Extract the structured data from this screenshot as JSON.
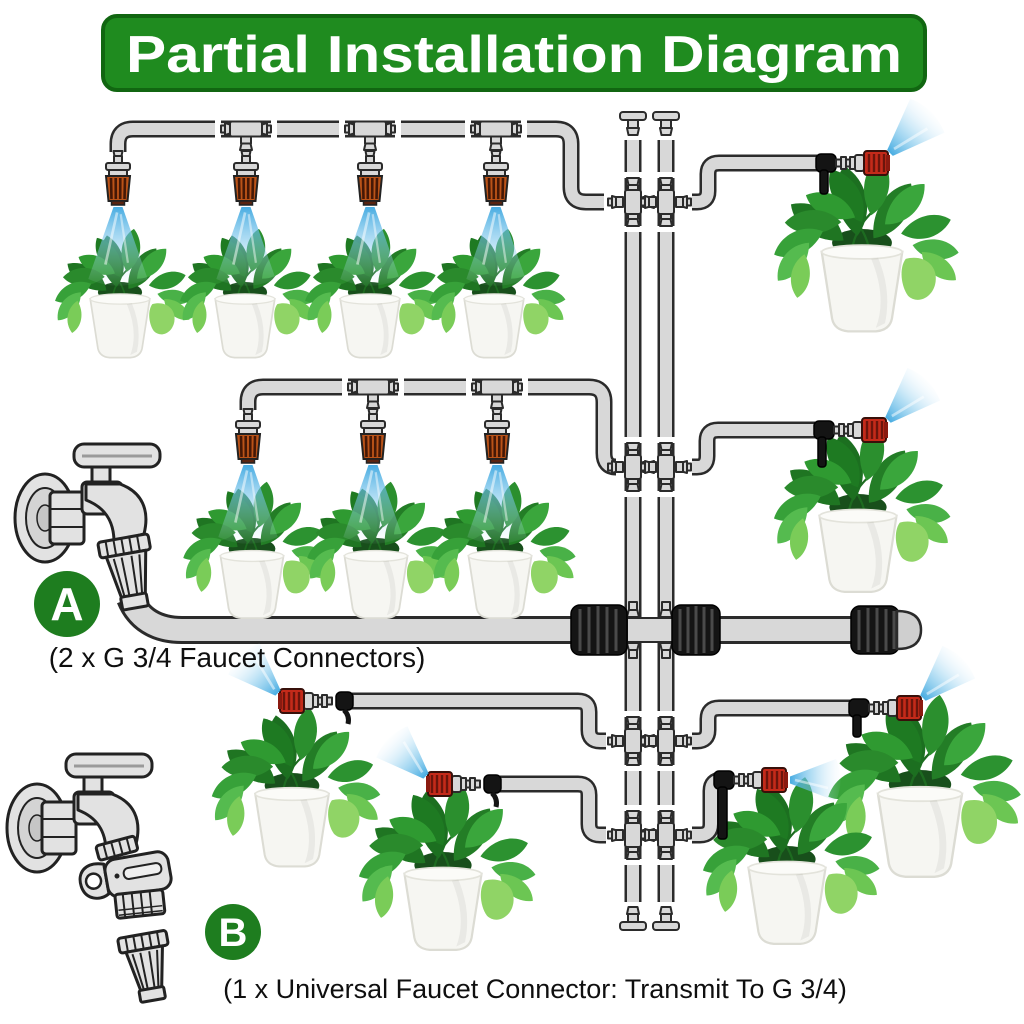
{
  "banner": {
    "title": "Partial Installation Diagram"
  },
  "callouts": {
    "a": {
      "letter": "A",
      "caption": "(2 x G 3/4 Faucet Connectors)"
    },
    "b": {
      "letter": "B",
      "caption": "(1 x Universal Faucet Connector: Transmit To G 3/4)"
    }
  },
  "colors": {
    "banner_green": "#1f8b1f",
    "banner_border": "#116611",
    "callout_green": "#1e7d1f",
    "pipe_gray": "#d8d8d8",
    "pipe_outline": "#2b2b2b",
    "nozzle_orange": "#bb5318",
    "dripper_red": "#c42a1a",
    "mist_blue": "#3fa8e0",
    "leaf_green": "#2f9a31",
    "pot_white": "#f6f6f2",
    "fitting_black": "#141414"
  },
  "components": {
    "misting_nozzles": 7,
    "drip_emitters": 6,
    "potted_plants": 13,
    "tee_connectors": 5,
    "cross_connectors": 8,
    "faucets": 2
  }
}
